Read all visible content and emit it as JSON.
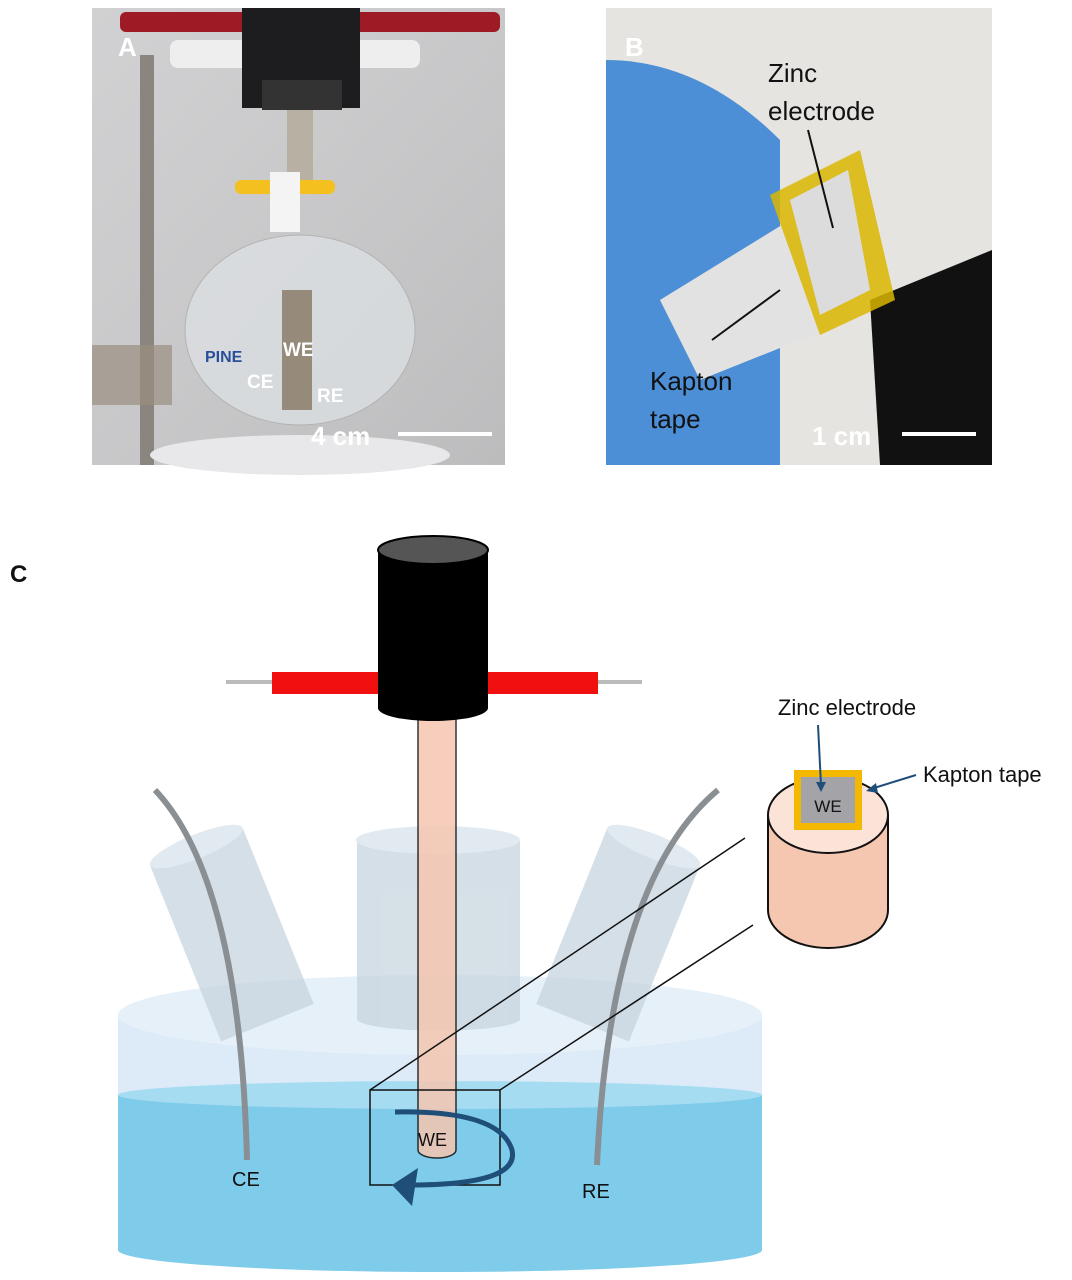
{
  "panel_a": {
    "label": "A",
    "we": "WE",
    "ce": "CE",
    "re": "RE",
    "brand": "PINE",
    "scale": "4 cm"
  },
  "panel_b": {
    "label": "B",
    "zinc_line1": "Zinc",
    "zinc_line2": "electrode",
    "kapton_line1": "Kapton",
    "kapton_line2": "tape",
    "scale": "1 cm"
  },
  "panel_c": {
    "label": "C",
    "ce": "CE",
    "re": "RE",
    "we": "WE",
    "inset_we": "WE",
    "zinc": "Zinc electrode",
    "kapton": "Kapton tape"
  },
  "colors": {
    "water": "#7ecbea",
    "rod": "#f5c6b0",
    "tape": "#f5b800",
    "arrow": "#1f4e79",
    "red": "#f01010"
  }
}
